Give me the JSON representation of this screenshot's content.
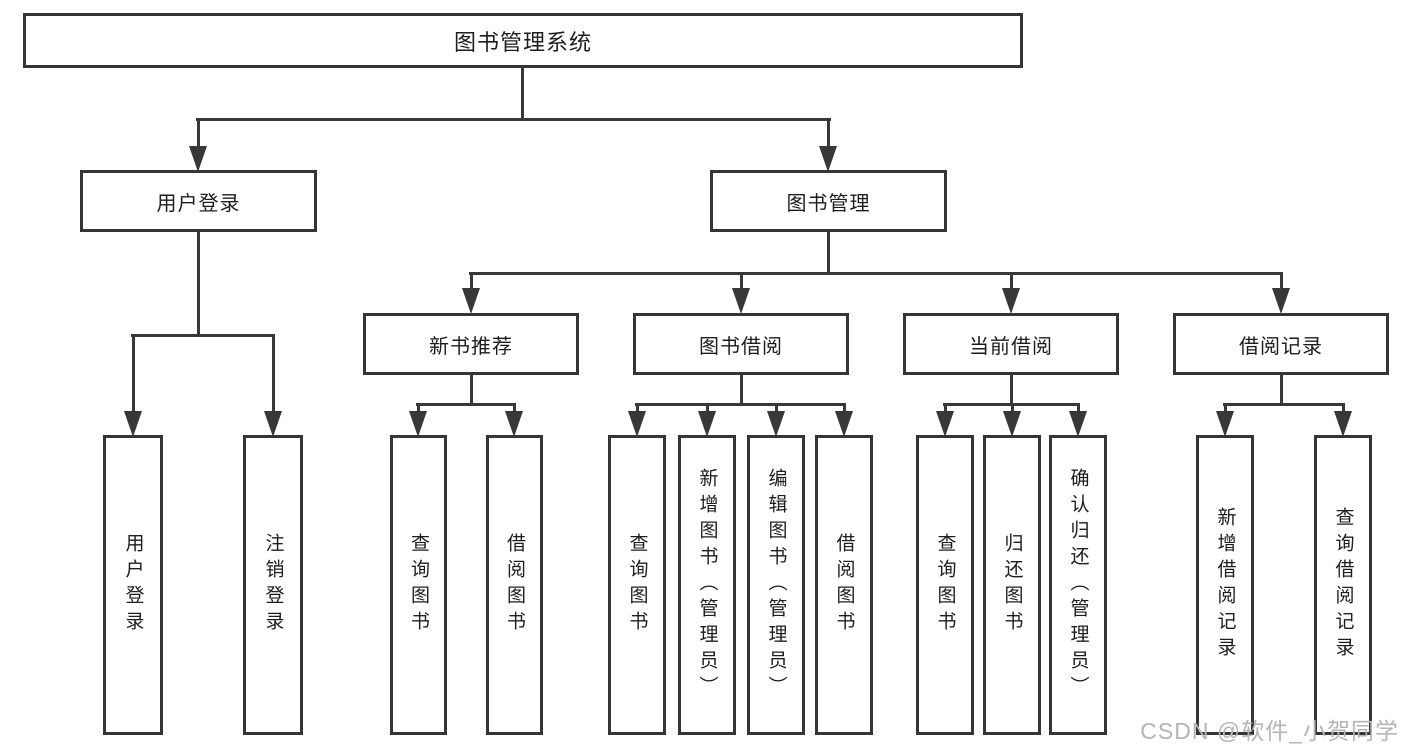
{
  "tree": {
    "label": "图书管理系统",
    "children": [
      {
        "label": "用户登录",
        "children": [
          {
            "label": "用户登录"
          },
          {
            "label": "注销登录"
          }
        ]
      },
      {
        "label": "图书管理",
        "children": [
          {
            "label": "新书推荐",
            "children": [
              {
                "label": "查询图书"
              },
              {
                "label": "借阅图书"
              }
            ]
          },
          {
            "label": "图书借阅",
            "children": [
              {
                "label": "查询图书"
              },
              {
                "label": "新增图书（管理员）"
              },
              {
                "label": "编辑图书（管理员）"
              },
              {
                "label": "借阅图书"
              }
            ]
          },
          {
            "label": "当前借阅",
            "children": [
              {
                "label": "查询图书"
              },
              {
                "label": "归还图书"
              },
              {
                "label": "确认归还（管理员）"
              }
            ]
          },
          {
            "label": "借阅记录",
            "children": [
              {
                "label": "新增借阅记录"
              },
              {
                "label": "查询借阅记录"
              }
            ]
          }
        ]
      }
    ]
  },
  "watermark": {
    "text": "CSDN @软件_小贺同学"
  },
  "colors": {
    "line": "#383838",
    "border": "#353535",
    "text": "#1d1d1d",
    "watermark": "#b5b5b5",
    "background": "#ffffff"
  }
}
